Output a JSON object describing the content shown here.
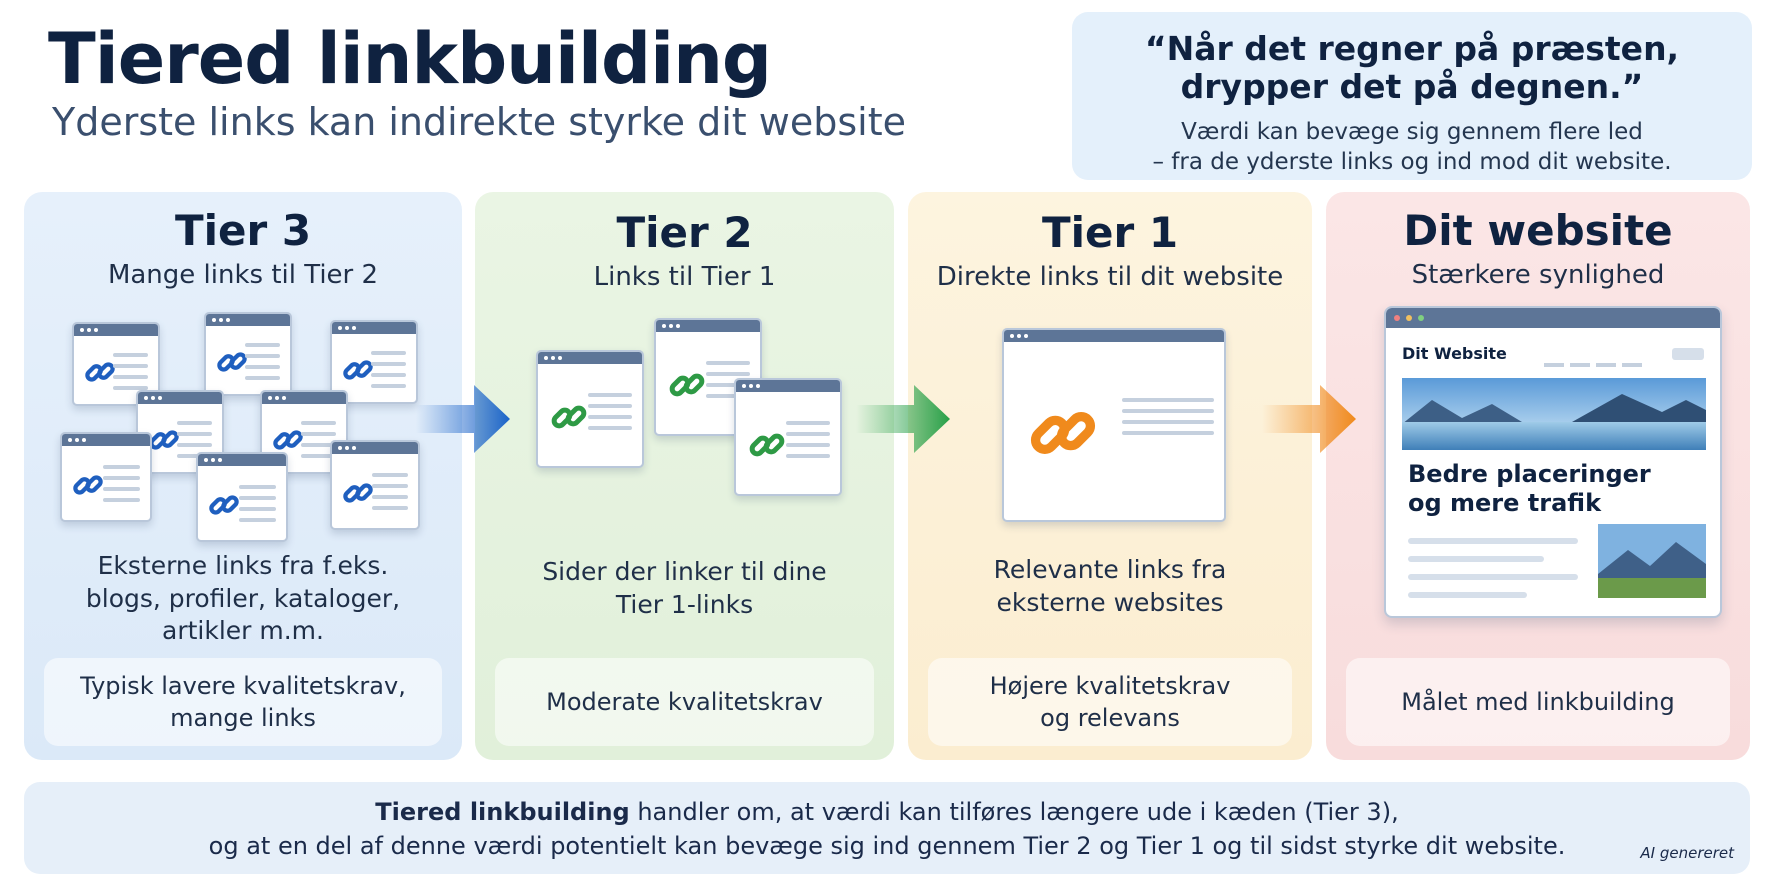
{
  "header": {
    "title": "Tiered linkbuilding",
    "subtitle": "Yderste links kan indirekte styrke dit website"
  },
  "quote": {
    "main": "“Når det regner på præsten,\ndrypper det på degnen.”",
    "sub": "Værdi kan bevæge sig gennem flere led\n– fra de yderste links og ind mod dit website."
  },
  "tiers": [
    {
      "title": "Tier 3",
      "subtitle": "Mange links til Tier 2",
      "description": "Eksterne links fra f.eks.\nblogs, profiler, kataloger,\nartikler m.m.",
      "note": "Typisk lavere kvalitetskrav,\nmange links",
      "color": "#1f5fbf",
      "arrow_color": "#1a63c9"
    },
    {
      "title": "Tier 2",
      "subtitle": "Links til Tier 1",
      "description": "Sider der linker til dine\nTier 1-links",
      "note": "Moderate kvalitetskrav",
      "color": "#2e9a45",
      "arrow_color": "#27a048"
    },
    {
      "title": "Tier 1",
      "subtitle": "Direkte links til dit website",
      "description": "Relevante links fra\neksterne websites",
      "note": "Højere kvalitetskrav\nog relevans",
      "color": "#f08a1c",
      "arrow_color": "#f08a1c"
    },
    {
      "title": "Dit website",
      "subtitle": "Stærkere synlighed",
      "note": "Målet med linkbuilding"
    }
  ],
  "website_mock": {
    "name": "Dit Website",
    "headline": "Bedre placeringer\nog mere trafik"
  },
  "icons": {
    "link": "link-icon",
    "arrow": "arrow-right-icon",
    "browser": "browser-window-icon",
    "landscape": "landscape-image-icon"
  },
  "footer": {
    "bold": "Tiered linkbuilding",
    "line1_rest": " handler om, at værdi kan tilføres længere ude i kæden (Tier 3),",
    "line2": "og at en del af denne værdi potentielt kan bevæge sig ind gennem Tier 2 og Tier 1 og til sidst styrke dit website.",
    "ai_label": "AI genereret"
  }
}
